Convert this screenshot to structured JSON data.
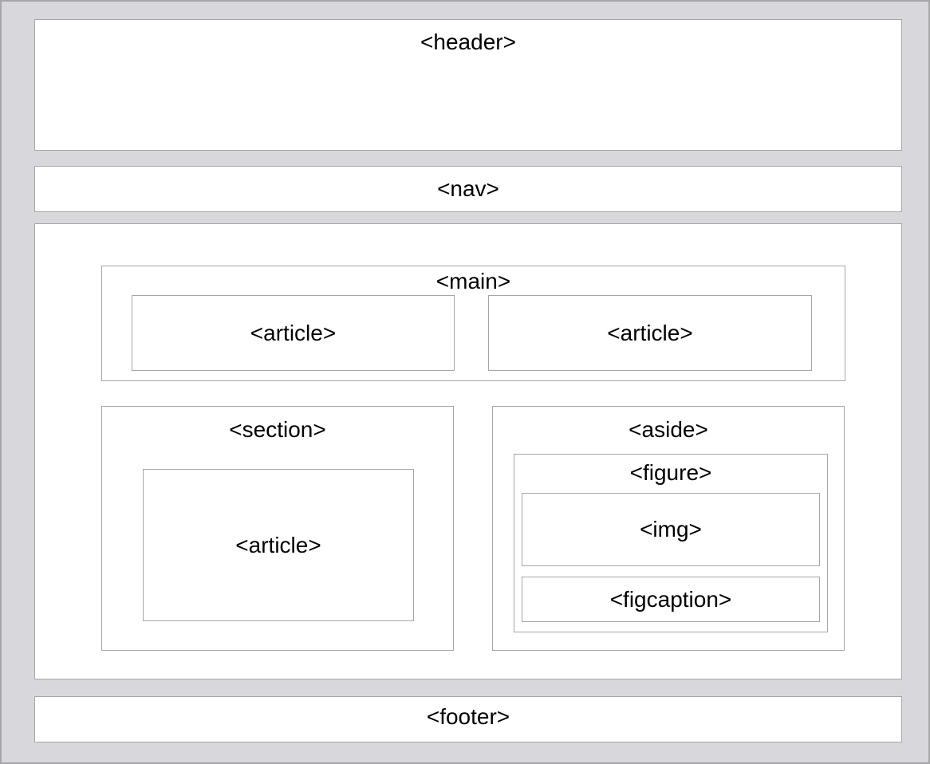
{
  "colors": {
    "page_background": "#d8d8dc",
    "box_background": "#ffffff",
    "border": "#a6a6a9",
    "text": "#000000"
  },
  "boxes": {
    "header": {
      "label": "<header>"
    },
    "nav": {
      "label": "<nav>"
    },
    "main": {
      "label": "<main>",
      "articles": [
        {
          "label": "<article>"
        },
        {
          "label": "<article>"
        }
      ]
    },
    "section": {
      "label": "<section>",
      "article": {
        "label": "<article>"
      }
    },
    "aside": {
      "label": "<aside>",
      "figure": {
        "label": "<figure>",
        "img": {
          "label": "<img>"
        },
        "figcaption": {
          "label": "<figcaption>"
        }
      }
    },
    "footer": {
      "label": "<footer>"
    }
  }
}
